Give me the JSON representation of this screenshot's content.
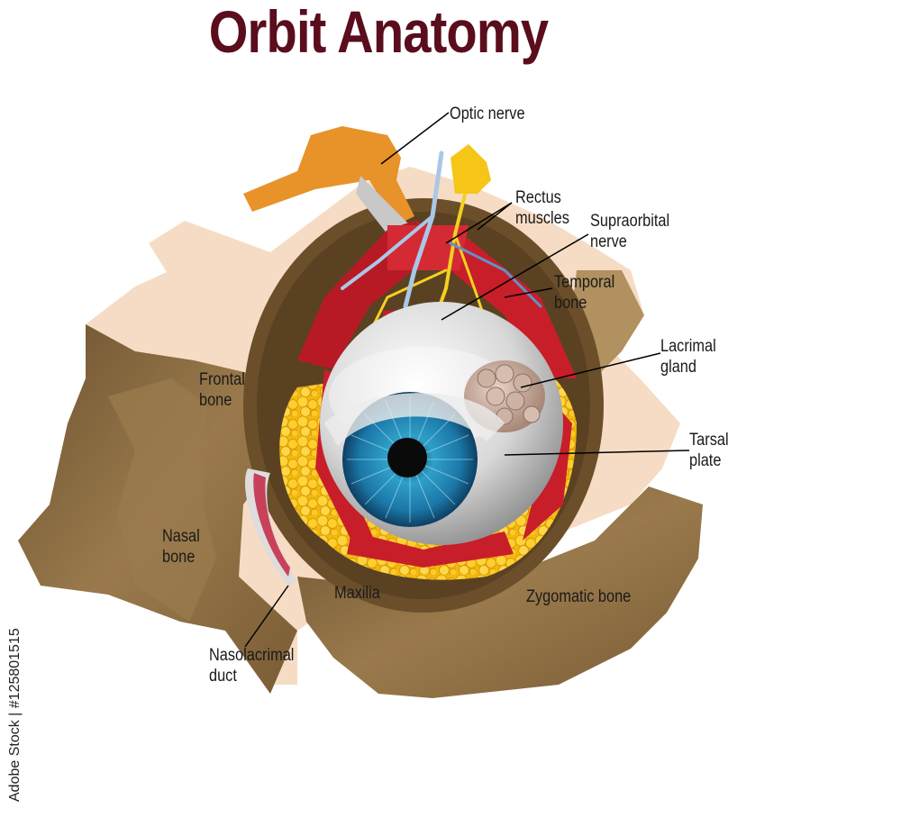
{
  "title": "Orbit Anatomy",
  "labels": {
    "optic_nerve": "Optic nerve",
    "rectus_muscles": "Rectus\nmuscles",
    "supraorbital_nerve": "Supraorbital\nnerve",
    "temporal_bone": "Temporal\nbone",
    "lacrimal_gland": "Lacrimal\ngland",
    "tarsal_plate": "Tarsal\nplate",
    "frontal_bone": "Frontal\nbone",
    "nasal_bone": "Nasal\nbone",
    "maxilla": "Maxilia",
    "zygomatic_bone": "Zygomatic bone",
    "nasolacrimal_duct": "Nasolacrimal\nduct"
  },
  "stock_id": "Adobe Stock | #125801515",
  "colors": {
    "title": "#5a0d1c",
    "bone": "#8a6a3f",
    "bone_light": "#f6dcc4",
    "muscle": "#c81e2a",
    "fat": "#f5c518",
    "optic_nerve": "#e8922a",
    "iris": "#1f7fae",
    "sclera": "#d9d9d9"
  }
}
